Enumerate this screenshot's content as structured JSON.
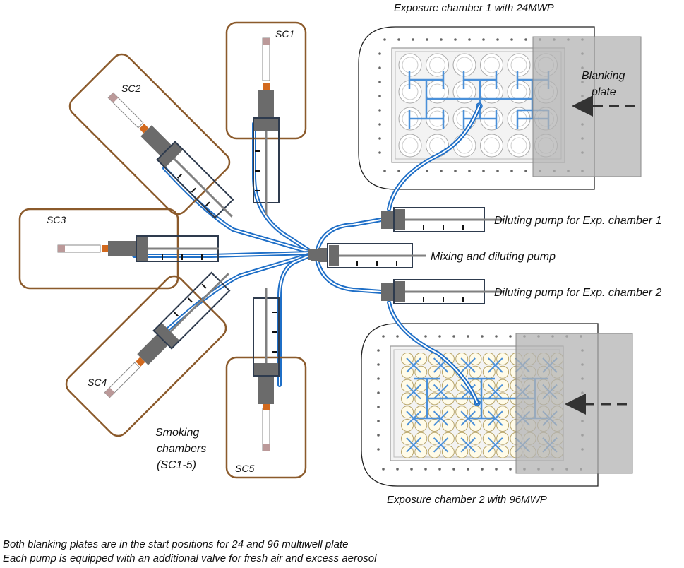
{
  "chamber1": {
    "title": "Exposure chamber 1 with 24MWP"
  },
  "chamber2": {
    "title": "Exposure chamber 2 with 96MWP"
  },
  "blanking": {
    "line1": "Blanking",
    "line2": "plate"
  },
  "pumps": {
    "diluting1": "Diluting pump for Exp. chamber 1",
    "mixing": "Mixing and diluting pump",
    "diluting2": "Diluting pump for Exp. chamber 2"
  },
  "smoking": {
    "line1": "Smoking",
    "line2": "chambers",
    "line3": "(SC1-5)",
    "labels": [
      "SC1",
      "SC2",
      "SC3",
      "SC4",
      "SC5"
    ]
  },
  "captions": [
    "Both blanking plates are in the start positions for 24 and 96 multiwell plate",
    "Each pump is equipped with an additional valve for fresh air and excess aerosol"
  ],
  "colors": {
    "tube": "#1f6fc7",
    "chamberBorder": "#8b5a2b",
    "syringeBorder": "#2e3b4e",
    "pistonGray": "#6b6b6b",
    "wellLine": "#4a90d9",
    "blankingPlate": "#b3b3b3"
  }
}
